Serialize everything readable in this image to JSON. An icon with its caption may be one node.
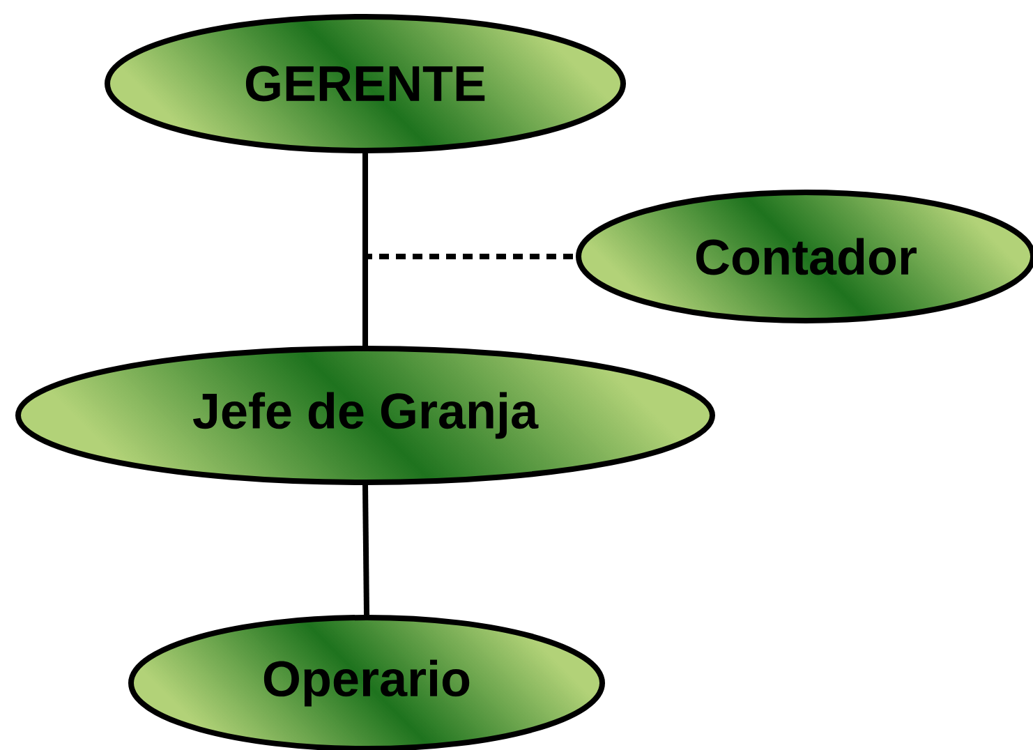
{
  "diagram": {
    "nodes": [
      {
        "text": [
          "GERENTE"
        ]
      },
      {
        "text": [
          "Contador"
        ]
      },
      {
        "text": [
          "Jefe de Granja"
        ]
      },
      {
        "text": [
          "Operario"
        ]
      }
    ],
    "edges": [
      {
        "from": 0,
        "to": 2,
        "arrow": "none"
      },
      {
        "from": 0,
        "to": 1,
        "arrow": "none",
        "style": "dashed"
      },
      {
        "from": 2,
        "to": 3,
        "arrow": "none"
      }
    ]
  }
}
